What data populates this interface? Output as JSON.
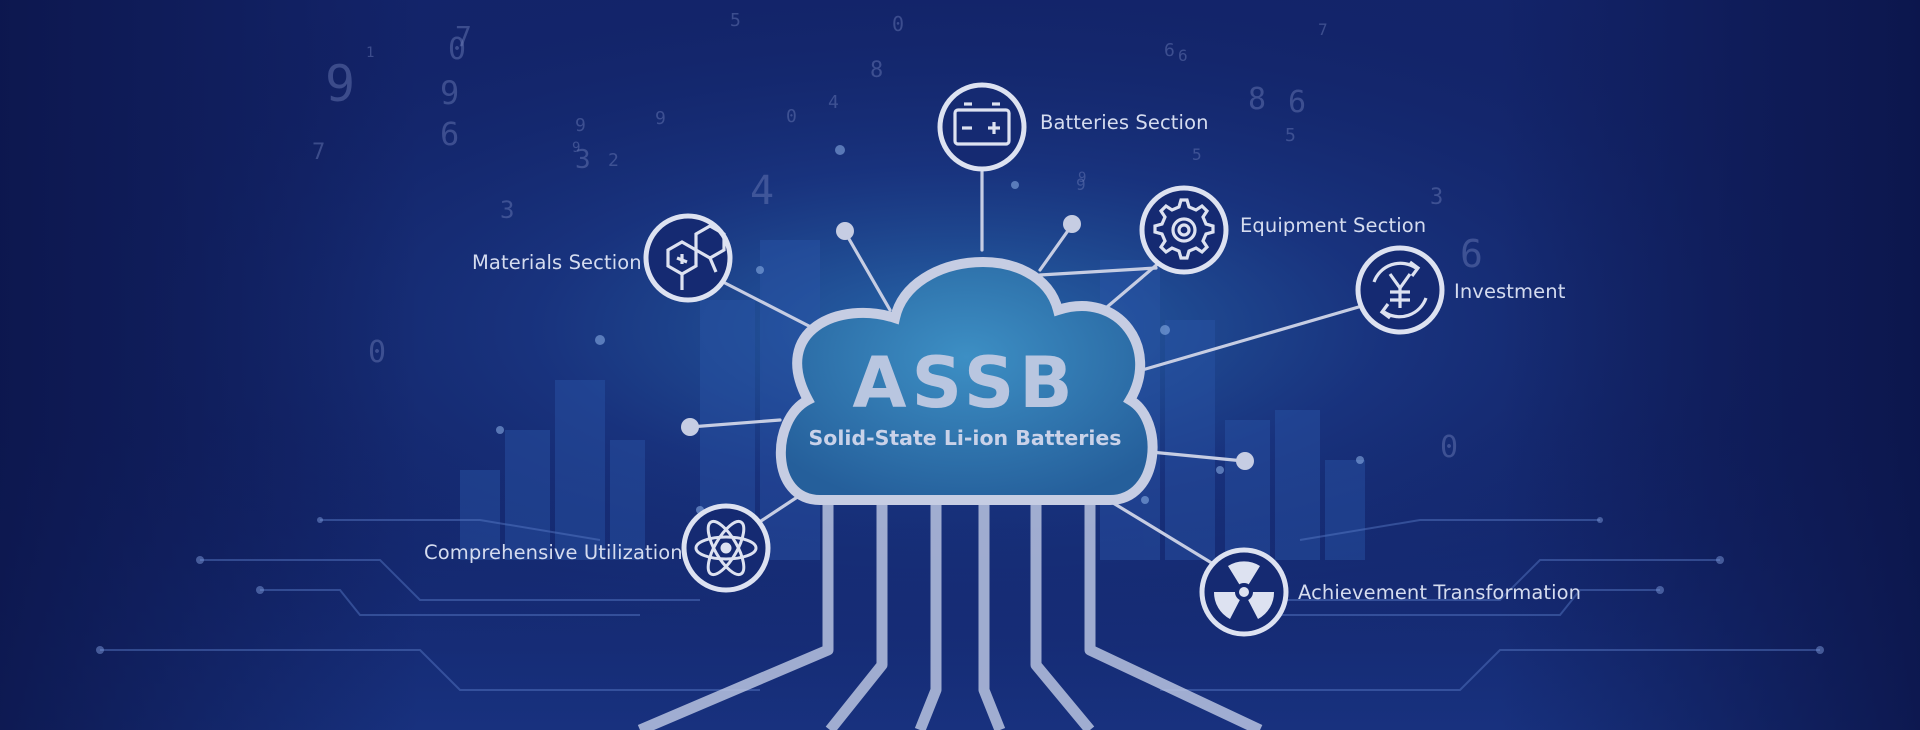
{
  "hub": {
    "title": "ASSB",
    "subtitle": "Solid-State Li-ion Batteries"
  },
  "nodes": {
    "batteries": "Batteries Section",
    "equipment": "Equipment Section",
    "materials": "Materials Section",
    "investment": "Investment",
    "utilization": "Comprehensive Utilization",
    "achievement": "Achievement Transformation"
  },
  "icons": {
    "batteries": "battery-icon",
    "equipment": "gear-icon",
    "materials": "molecule-icon",
    "investment": "yuan-exchange-icon",
    "utilization": "atom-icon",
    "achievement": "radiation-icon"
  },
  "background_digits": [
    "7",
    "5",
    "0",
    "9",
    "8",
    "9",
    "0",
    "7",
    "6",
    "6",
    "3",
    "7",
    "9",
    "0",
    "9",
    "5",
    "9",
    "2",
    "4",
    "4",
    "6",
    "3",
    "0",
    "8",
    "6",
    "6",
    "9",
    "1",
    "9",
    "5",
    "3",
    "0"
  ],
  "colors": {
    "background": "#0f1c5a",
    "glow": "#2f7fc0",
    "line": "#c6cde3",
    "cloud_fill": "#2a71a8"
  }
}
